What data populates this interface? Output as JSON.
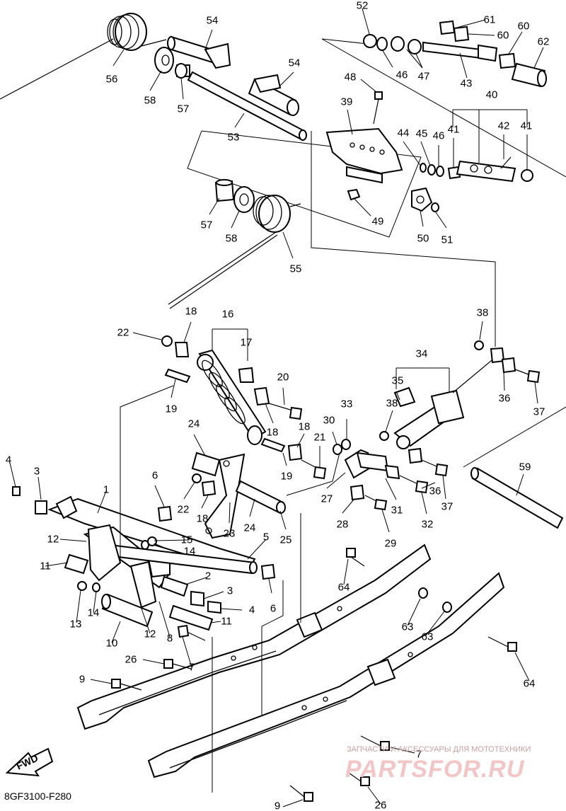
{
  "diagram_code": "8GF3100-F280",
  "fwd_label": "FWD",
  "watermark": {
    "tagline": "ЗАПЧАСТИ И АКСЕССУАРЫ ДЛЯ МОТОТЕХНИКИ",
    "brand": "PARTSFOR.RU"
  },
  "callouts": [
    "1",
    "2",
    "3",
    "3",
    "4",
    "4",
    "5",
    "6",
    "6",
    "7",
    "7",
    "8",
    "9",
    "9",
    "10",
    "11",
    "11",
    "12",
    "12",
    "13",
    "14",
    "14",
    "15",
    "16",
    "17",
    "18",
    "18",
    "18",
    "18",
    "19",
    "19",
    "20",
    "21",
    "22",
    "22",
    "23",
    "24",
    "24",
    "25",
    "26",
    "26",
    "27",
    "28",
    "29",
    "30",
    "31",
    "32",
    "33",
    "34",
    "35",
    "36",
    "36",
    "37",
    "37",
    "38",
    "38",
    "39",
    "40",
    "41",
    "41",
    "42",
    "43",
    "44",
    "45",
    "46",
    "46",
    "47",
    "48",
    "49",
    "50",
    "51",
    "52",
    "53",
    "54",
    "54",
    "55",
    "56",
    "57",
    "57",
    "58",
    "58",
    "59",
    "60",
    "60",
    "61",
    "62",
    "63",
    "63",
    "64",
    "64"
  ]
}
